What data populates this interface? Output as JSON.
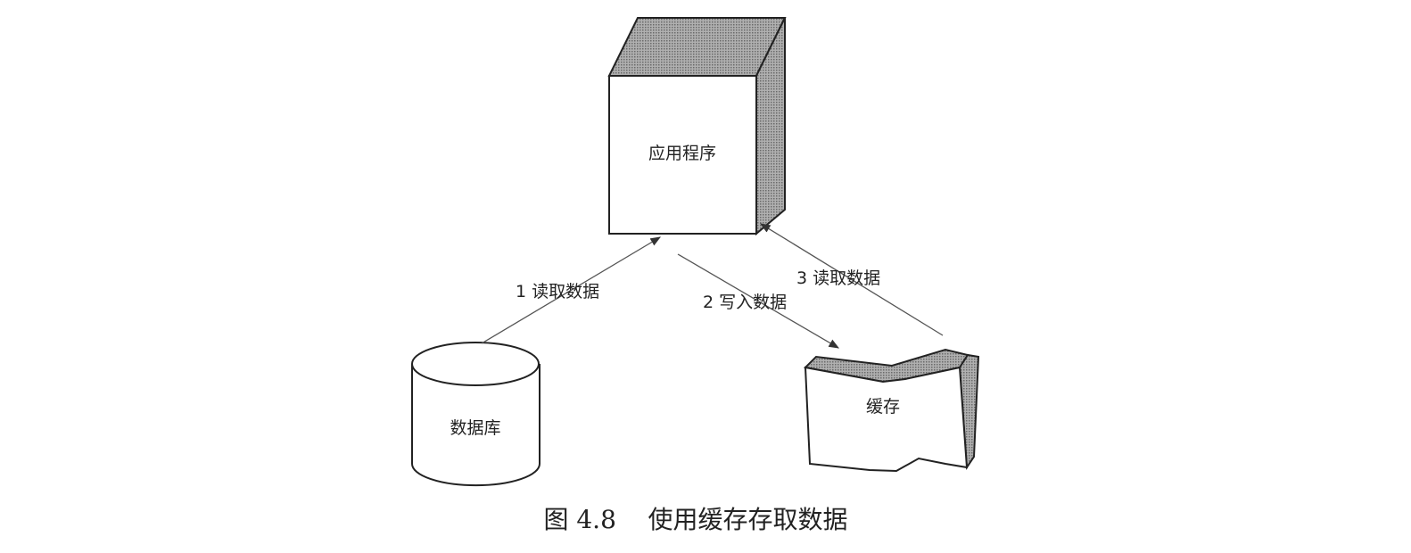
{
  "nodes": {
    "application": "应用程序",
    "database": "数据库",
    "cache": "缓存"
  },
  "edges": [
    {
      "from": "database",
      "to": "application",
      "label": "1  读取数据"
    },
    {
      "from": "application",
      "to": "cache",
      "label": "2  写入数据"
    },
    {
      "from": "cache",
      "to": "application",
      "label": "3  读取数据"
    }
  ],
  "caption": "图 4.8    使用缓存存取数据",
  "colors": {
    "shade": "#9a9a9a",
    "stroke": "#222222"
  }
}
